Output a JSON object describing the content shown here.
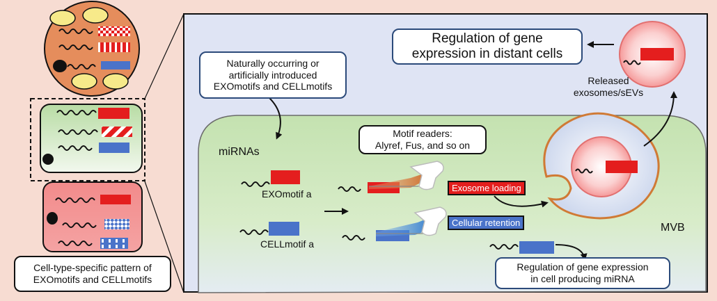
{
  "title_box": {
    "line1": "Regulation of gene",
    "line2": "expression in distant cells"
  },
  "released_label": {
    "line1": "Released",
    "line2": "exosomes/sEVs"
  },
  "motif_source_box": {
    "line1": "Naturally occurring or",
    "line2": "artificially introduced",
    "line3": "EXOmotifs and CELLmotifs"
  },
  "motif_readers_box": {
    "line1": "Motif readers:",
    "line2": "Alyref, Fus, and so on"
  },
  "mirnas_label": "miRNAs",
  "exomotif_label": "EXOmotif a",
  "cellmotif_label": "CELLmotif a",
  "exosome_loading_tag": "Exosome loading",
  "cellular_retention_tag": "Cellular retention",
  "mvb_label": "MVB",
  "local_regulation_box": {
    "line1": "Regulation of gene expression",
    "line2": "in cell producing miRNA"
  },
  "pattern_caption": {
    "line1": "Cell-type-specific pattern of",
    "line2": "EXOmotifs and CELLmotifs"
  },
  "colors": {
    "exomotif_red": "#e41e1e",
    "cellmotif_blue": "#4a73c9",
    "panel_blue": "#dfe4f4",
    "cell_green": "#cfe6bd",
    "exosome_pink": "#f7a8a8",
    "mvb_membrane": "#d07a35",
    "box_border": "#2b4a7a",
    "background": "#f7dcd2"
  }
}
